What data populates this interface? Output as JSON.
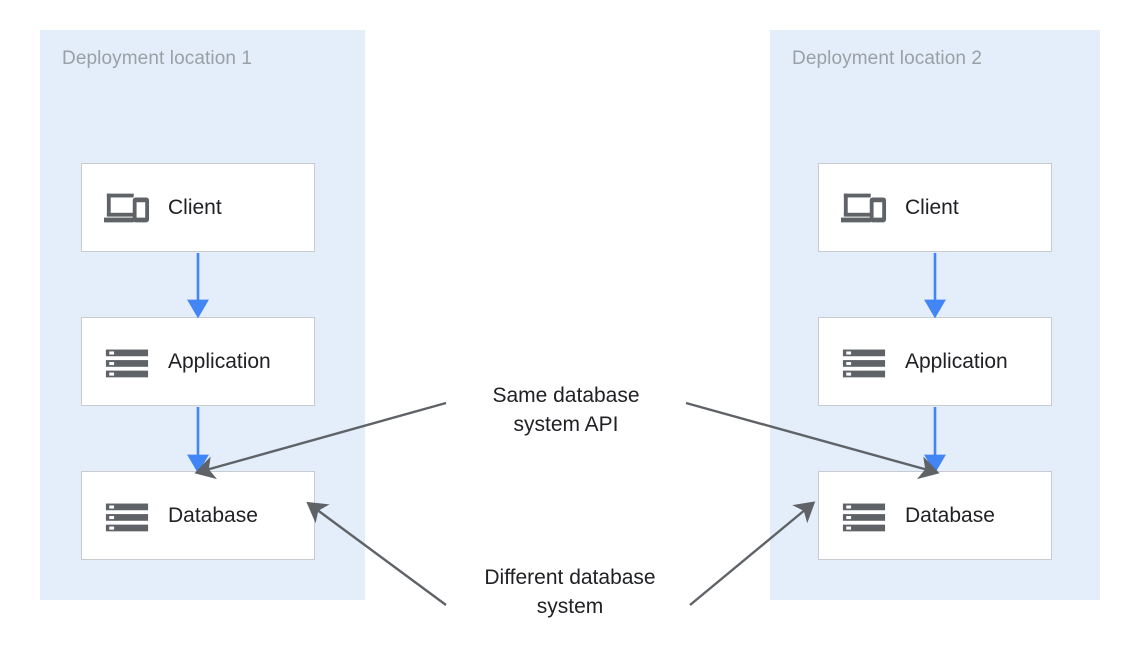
{
  "diagram": {
    "title_colors": {
      "panel_background": "#e3eefa",
      "panel_label": "#9aa0a6",
      "node_background": "#ffffff",
      "node_border": "#c8ccd0",
      "node_label": "#202124",
      "flow_arrow": "#4285f4",
      "annotation_arrow": "#5f6368",
      "annotation_text": "#202124"
    },
    "panels": [
      {
        "label": "Deployment location 1",
        "nodes": [
          {
            "label": "Client",
            "icon": "devices-icon"
          },
          {
            "label": "Application",
            "icon": "server-rack-icon"
          },
          {
            "label": "Database",
            "icon": "server-rack-icon"
          }
        ],
        "flows": [
          {
            "from": "Client",
            "to": "Application"
          },
          {
            "from": "Application",
            "to": "Database"
          }
        ]
      },
      {
        "label": "Deployment location 2",
        "nodes": [
          {
            "label": "Client",
            "icon": "devices-icon"
          },
          {
            "label": "Application",
            "icon": "server-rack-icon"
          },
          {
            "label": "Database",
            "icon": "server-rack-icon"
          }
        ],
        "flows": [
          {
            "from": "Client",
            "to": "Application"
          },
          {
            "from": "Application",
            "to": "Database"
          }
        ]
      }
    ],
    "annotations": [
      {
        "id": "same-database-system-api",
        "text": "Same database\nsystem API",
        "points_to": [
          "Deployment location 1 / Database",
          "Deployment location 2 / Database"
        ]
      },
      {
        "id": "different-database-system",
        "text": "Different database\nsystem",
        "points_to": [
          "Deployment location 1 / Database",
          "Deployment location 2 / Database"
        ]
      }
    ]
  }
}
